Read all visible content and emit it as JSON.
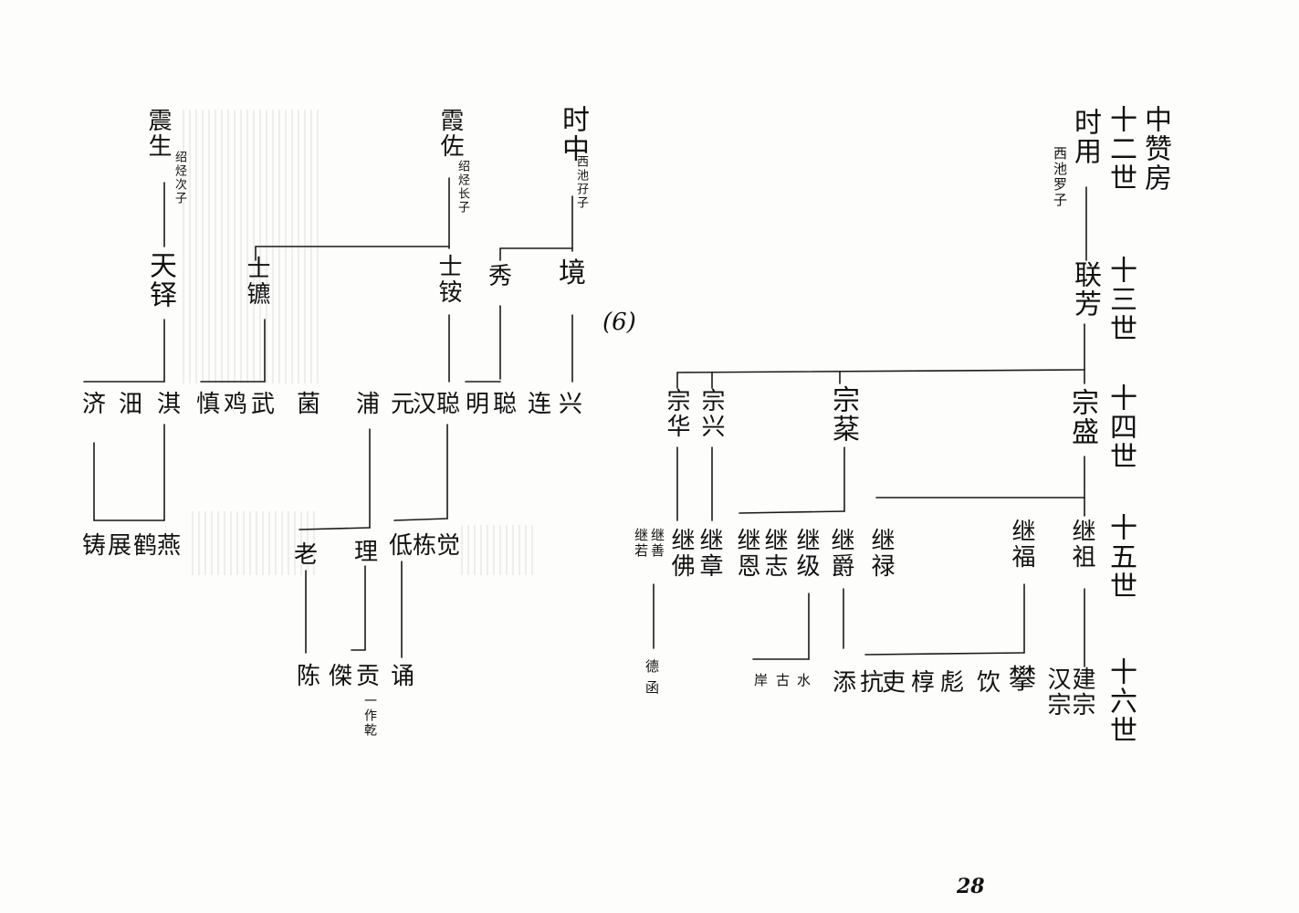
{
  "right_tree": {
    "branch_title": "中赞房",
    "gen12": "十二世",
    "gen13": "十三世",
    "gen14": "十四世",
    "gen15": "十五世",
    "gen16": "十六世",
    "root": "时用",
    "root_note": "西池罗子",
    "g13": "联芳",
    "g14": [
      "宗盛",
      "宗棻",
      "宗兴",
      "宗华"
    ],
    "g15": [
      "继祖",
      "继福",
      "继禄",
      "继爵",
      "继级",
      "继志",
      "继恩",
      "继章",
      "继佛",
      "继善",
      "继若"
    ],
    "g16": [
      "建宗",
      "汉宗",
      "攀",
      "饮",
      "彪",
      "椁",
      "吏",
      "抗",
      "添",
      "水",
      "古",
      "岸",
      "德",
      "函"
    ]
  },
  "left_tree": {
    "roots": [
      "时中",
      "霞佐",
      "震生"
    ],
    "root_notes": [
      "西池孖子",
      "绍烃长子",
      "绍烃次子"
    ],
    "gen_b": [
      "境",
      "秀",
      "士铵",
      "士镳",
      "天铎"
    ],
    "gen_c": [
      "兴",
      "连",
      "聪",
      "明",
      "聪",
      "汉",
      "元",
      "浦",
      "菌",
      "武",
      "鸡",
      "慎",
      "淇",
      "沺",
      "济"
    ],
    "gen_d": [
      "觉",
      "栋",
      "低",
      "理",
      "老",
      "燕",
      "鹤",
      "展",
      "铸"
    ],
    "gen_e": [
      "诵",
      "贡",
      "傑",
      "陈"
    ],
    "gen_e_note": "一作乾"
  },
  "section_mark": "(6)",
  "page_number": "28"
}
